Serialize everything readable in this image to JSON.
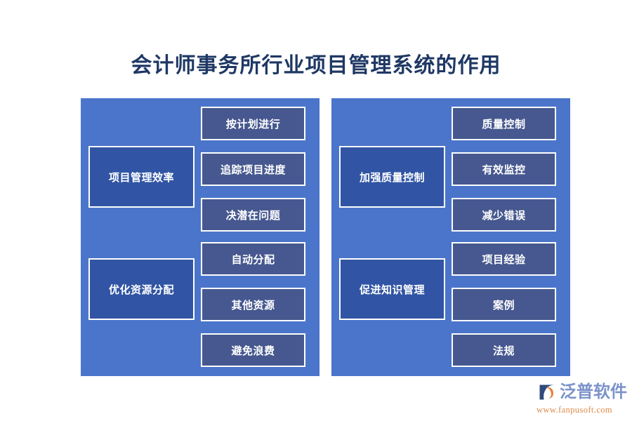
{
  "page": {
    "title": "会计师事务所行业项目管理系统的作用",
    "background_color": "#ffffff",
    "title_color": "#1f3864"
  },
  "theme": {
    "panel_bg": "#4a75ca",
    "category_bg": "#3155a4",
    "chip_bg": "#46588f",
    "border_color": "#ffffff",
    "text_color": "#ffffff"
  },
  "panels": [
    {
      "name": "left-panel",
      "groups": [
        {
          "category": "项目管理效率",
          "items": [
            "按计划进行",
            "追踪项目进度",
            "决潜在问题"
          ]
        },
        {
          "category": "优化资源分配",
          "items": [
            "自动分配",
            "其他资源",
            "避免浪费"
          ]
        }
      ]
    },
    {
      "name": "right-panel",
      "groups": [
        {
          "category": "加强质量控制",
          "items": [
            "质量控制",
            "有效监控",
            "减少错误"
          ]
        },
        {
          "category": "促进知识管理",
          "items": [
            "项目经验",
            "案例",
            "法规"
          ]
        }
      ]
    }
  ],
  "branding": {
    "name": "泛普软件",
    "url": "www.fanpusoft.com",
    "mark_icon": "fanpu-logo-icon",
    "word_color": "#7b93c9",
    "url_color": "#e08a4a",
    "mark_dark_color": "#2f4a7c",
    "mark_accent_color": "#e8833a"
  }
}
